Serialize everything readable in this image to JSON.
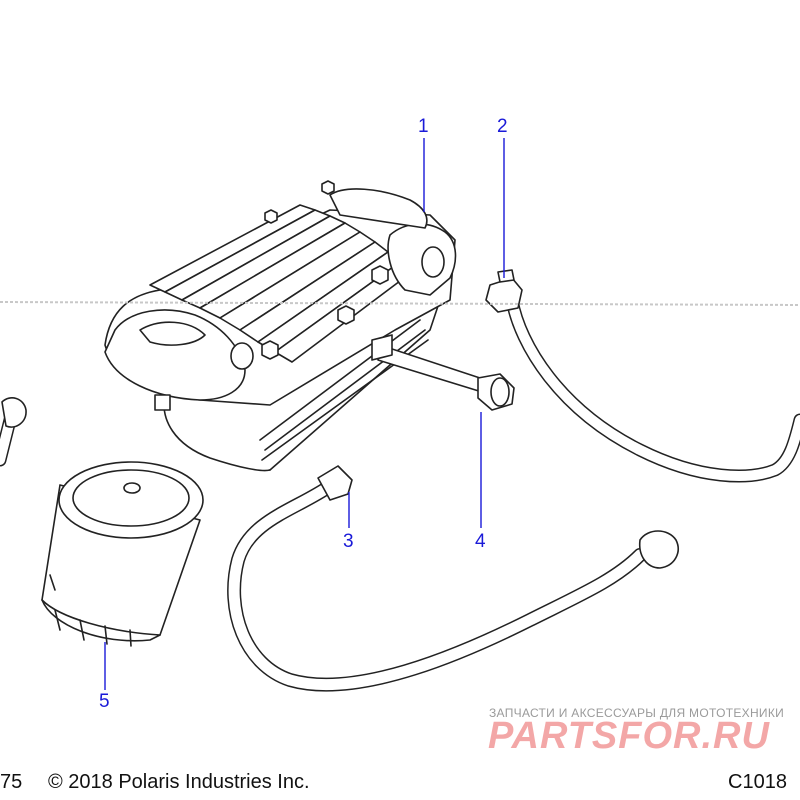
{
  "callouts": [
    "1",
    "2",
    "3",
    "4",
    "5"
  ],
  "footer": {
    "left_code": "75",
    "copyright": "© 2018 Polaris Industries Inc.",
    "right_code": "C1018"
  },
  "watermark": {
    "tagline": "ЗАПЧАСТИ И АКСЕССУАРЫ ДЛЯ МОТОТЕХНИКИ",
    "brand": "PARTSFOR.RU"
  },
  "colors": {
    "callout": "#1a1ad8",
    "outline": "#222222",
    "watermark": "#f08a8a"
  }
}
